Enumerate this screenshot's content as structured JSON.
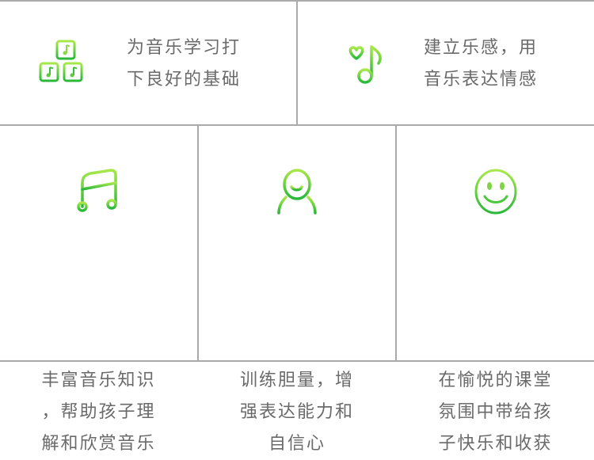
{
  "features": [
    {
      "icon": "music-blocks-icon",
      "lines": [
        "为音乐学习打",
        "下良好的基础"
      ]
    },
    {
      "icon": "heart-music-note-icon",
      "lines": [
        "建立乐感，用",
        "音乐表达情感"
      ]
    },
    {
      "icon": "music-notes-icon",
      "lines": [
        "丰富音乐知识",
        "，帮助孩子理",
        "解和欣赏音乐"
      ]
    },
    {
      "icon": "person-icon",
      "lines": [
        "训练胆量，增",
        "强表达能力和",
        "自信心"
      ]
    },
    {
      "icon": "smiley-icon",
      "lines": [
        "在愉悦的课堂",
        "氛围中带给孩",
        "子快乐和收获"
      ]
    }
  ],
  "colors": {
    "gradient_top": "#a8e84a",
    "gradient_bottom": "#2ab83a",
    "border": "#aaaaaa",
    "text": "#6a6a6a"
  }
}
